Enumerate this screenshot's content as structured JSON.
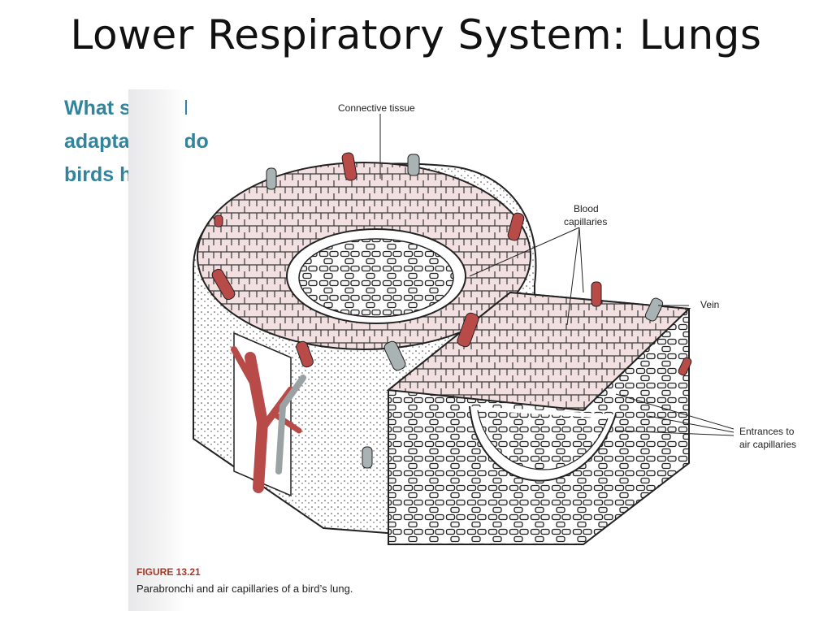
{
  "slide": {
    "title": "Lower Respiratory System: Lungs",
    "question": {
      "text": "What special adaptations do birds have",
      "mark": "?"
    }
  },
  "figure": {
    "labels": {
      "connective_tissue": "Connective tissue",
      "blood_capillaries_1": "Blood",
      "blood_capillaries_2": "capillaries",
      "vein": "Vein",
      "entrances_1": "Entrances to",
      "entrances_2": "air capillaries"
    },
    "number": "FIGURE 13.21",
    "caption": "Parabronchi and air capillaries of a bird’s lung."
  },
  "colors": {
    "title": "#111111",
    "question": "#31849b",
    "question_mark": "#c0504d",
    "blood_vessel": "#b84a48",
    "vein": "#a9b3b4",
    "tissue_fill": "#f2dfe0",
    "figure_number": "#a23a2a"
  }
}
